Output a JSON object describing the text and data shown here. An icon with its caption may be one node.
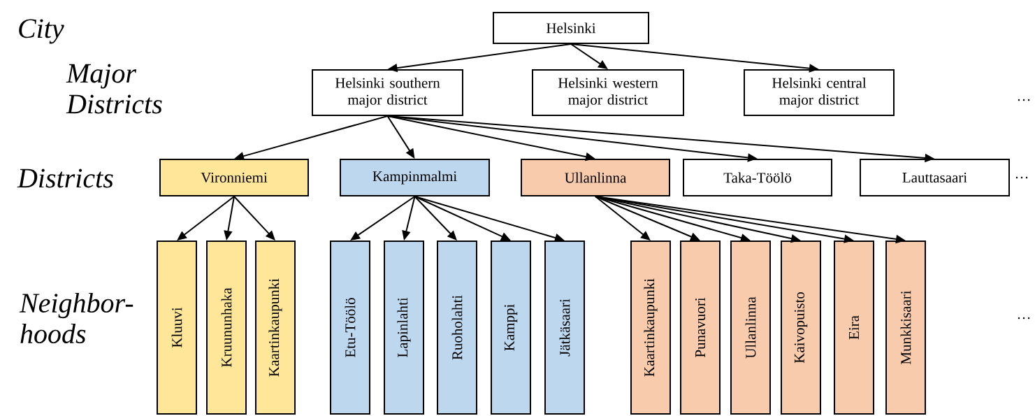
{
  "diagram": {
    "nodes": [
      {
        "text": [
          "Helsinki"
        ]
      },
      {
        "text": [
          "Helsinki southern major district"
        ]
      },
      {
        "text": [
          "Helsinki western major district"
        ]
      },
      {
        "text": [
          "Helsinki central major district"
        ]
      },
      {
        "text": [
          "Vironniemi"
        ]
      },
      {
        "text": [
          "Kampinmalmi"
        ]
      },
      {
        "text": [
          "Ullanlinna"
        ]
      },
      {
        "text": [
          "Taka-Töölö"
        ]
      },
      {
        "text": [
          "Lauttasaari"
        ]
      },
      {
        "text": [
          "Kluuvi"
        ]
      },
      {
        "text": [
          "Kruununhaka"
        ]
      },
      {
        "text": [
          "Kaartinkaupunki"
        ]
      },
      {
        "text": [
          "Etu-Töölö"
        ]
      },
      {
        "text": [
          "Lapinlahti"
        ]
      },
      {
        "text": [
          "Ruoholahti"
        ]
      },
      {
        "text": [
          "Kamppi"
        ]
      },
      {
        "text": [
          "Jätkäsaari"
        ]
      },
      {
        "text": [
          "Kaartinkaupunki"
        ]
      },
      {
        "text": [
          "Punavuori"
        ]
      },
      {
        "text": [
          "Ullanlinna"
        ]
      },
      {
        "text": [
          "Kaivopuisto"
        ]
      },
      {
        "text": [
          "Eira"
        ]
      },
      {
        "text": [
          "Munkkisaari"
        ]
      }
    ],
    "edges": [
      {
        "from": 0,
        "to": 1,
        "arrow": "to"
      },
      {
        "from": 0,
        "to": 2,
        "arrow": "to"
      },
      {
        "from": 0,
        "to": 3,
        "arrow": "to"
      },
      {
        "from": 1,
        "to": 4,
        "arrow": "to"
      },
      {
        "from": 1,
        "to": 5,
        "arrow": "to"
      },
      {
        "from": 1,
        "to": 6,
        "arrow": "to"
      },
      {
        "from": 1,
        "to": 7,
        "arrow": "to"
      },
      {
        "from": 1,
        "to": 8,
        "arrow": "to"
      },
      {
        "from": 4,
        "to": 9,
        "arrow": "to"
      },
      {
        "from": 4,
        "to": 10,
        "arrow": "to"
      },
      {
        "from": 4,
        "to": 11,
        "arrow": "to"
      },
      {
        "from": 5,
        "to": 12,
        "arrow": "to"
      },
      {
        "from": 5,
        "to": 13,
        "arrow": "to"
      },
      {
        "from": 5,
        "to": 14,
        "arrow": "to"
      },
      {
        "from": 5,
        "to": 15,
        "arrow": "to"
      },
      {
        "from": 5,
        "to": 16,
        "arrow": "to"
      },
      {
        "from": 6,
        "to": 17,
        "arrow": "to"
      },
      {
        "from": 6,
        "to": 18,
        "arrow": "to"
      },
      {
        "from": 6,
        "to": 19,
        "arrow": "to"
      },
      {
        "from": 6,
        "to": 20,
        "arrow": "to"
      },
      {
        "from": 6,
        "to": 21,
        "arrow": "to"
      },
      {
        "from": 6,
        "to": 22,
        "arrow": "to"
      }
    ],
    "labels": [
      "City",
      "Major Districts",
      "…",
      "Districts",
      "…",
      "Neighbor- hoods",
      "…"
    ]
  }
}
